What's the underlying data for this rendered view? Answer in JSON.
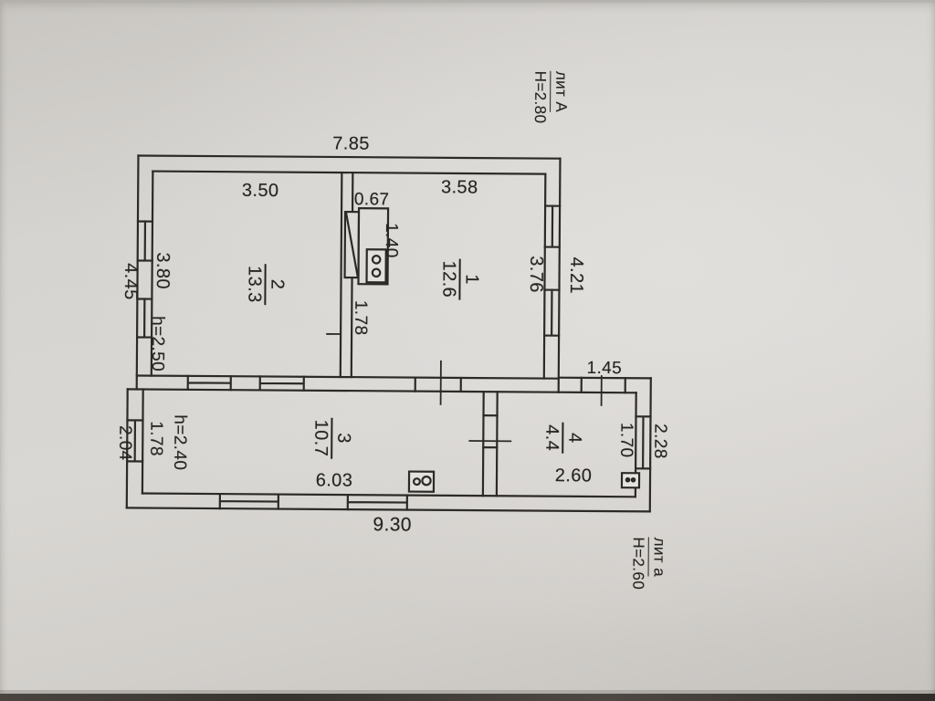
{
  "plan": {
    "building_label": {
      "litera": "лит А",
      "height": "Н=2.80"
    },
    "annex_label": {
      "litera": "лит а",
      "height": "Н=2.60"
    },
    "rooms": [
      {
        "number": "1",
        "area": "12.6"
      },
      {
        "number": "2",
        "area": "13.3"
      },
      {
        "number": "3",
        "area": "10.7"
      },
      {
        "number": "4",
        "area": "4.4"
      }
    ],
    "dimensions": {
      "top_width": "7.85",
      "room2_width": "3.50",
      "room1_width": "3.58",
      "stove_width": "0.67",
      "stove_length": "1.40",
      "stove_offset": "1.78",
      "room1_depth": "3.76",
      "right_exterior": "4.21",
      "left_exterior": "4.45",
      "room2_depth": "3.80",
      "room2_ceiling": "h=2.50",
      "annex_left_exterior": "2.04",
      "room3_wall": "1.78",
      "room3_ceiling": "h=2.40",
      "room3_width": "6.03",
      "bottom_width": "9.30",
      "room4_top": "1.45",
      "room4_width": "2.60",
      "room4_depth": "1.70",
      "room4_right_exterior": "2.28"
    },
    "colors": {
      "line": "#2b2a27",
      "paper": "#d6d4d1"
    }
  }
}
